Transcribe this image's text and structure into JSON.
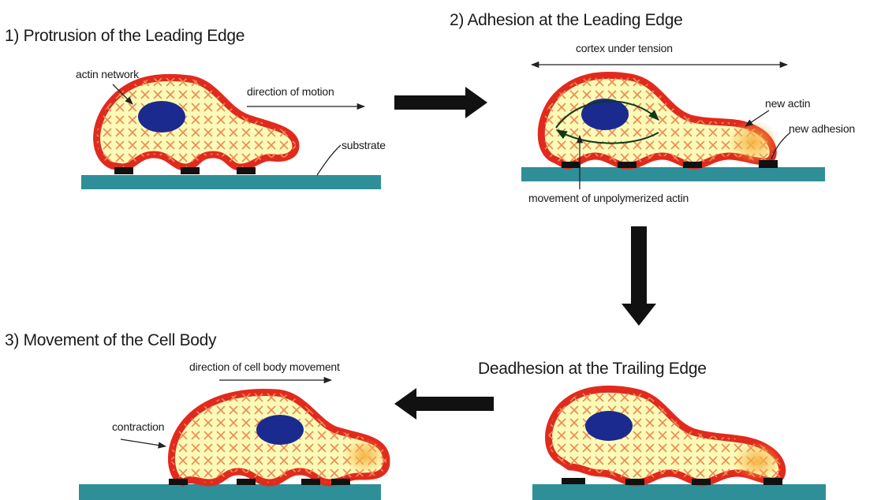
{
  "colors": {
    "cortex": "#e12a1e",
    "cytoplasm": "#fbfbb8",
    "nucleus": "#1b2a8f",
    "substrate": "#2e8f98",
    "adhesion": "#111111",
    "new_actin": "#f29a2e"
  },
  "panels": {
    "p1": {
      "title": "1) Protrusion of the Leading Edge",
      "labels": {
        "actin_network": "actin network",
        "direction_of_motion": "direction of motion",
        "substrate": "substrate"
      }
    },
    "p2": {
      "title": "2) Adhesion at the Leading Edge",
      "labels": {
        "cortex_under_tension": "cortex under tension",
        "new_actin": "new actin",
        "new_adhesion": "new adhesion",
        "movement_unpolymerized": "movement of unpolymerized actin"
      }
    },
    "p3": {
      "title": "Deadhesion at the Trailing Edge"
    },
    "p4": {
      "title": "3) Movement of the Cell Body",
      "labels": {
        "direction_cell_body": "direction of cell body movement",
        "contraction": "contraction"
      }
    }
  }
}
